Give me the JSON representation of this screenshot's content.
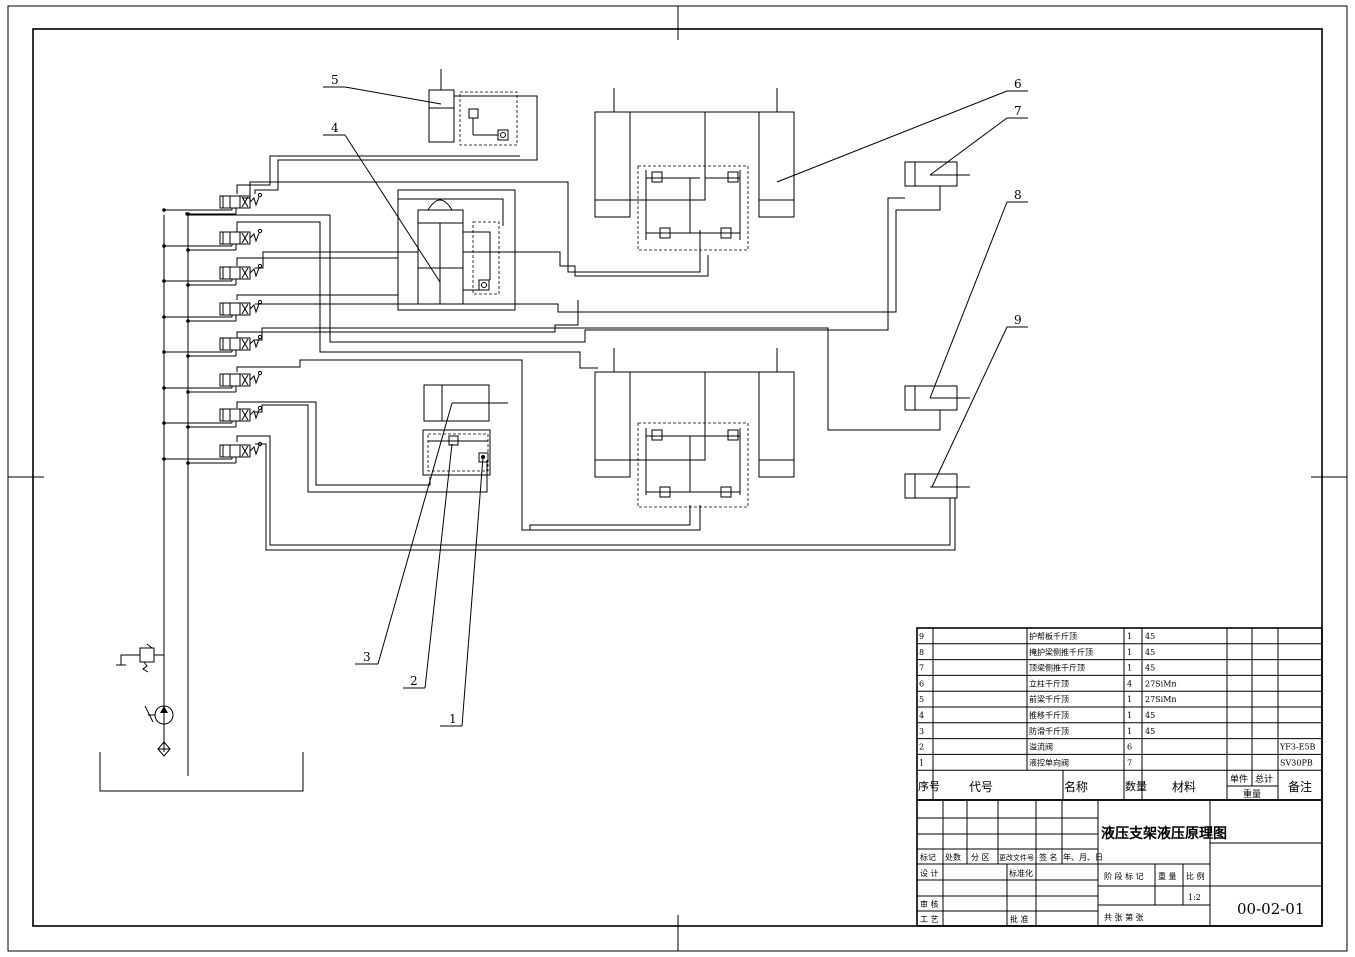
{
  "callouts": [
    "1",
    "2",
    "3",
    "4",
    "5",
    "6",
    "7",
    "8",
    "9"
  ],
  "bom": {
    "rows": [
      {
        "no": "9",
        "code": "",
        "name": "护帮板千斤顶",
        "qty": "1",
        "material": "45",
        "unit": "",
        "total": "",
        "remark": ""
      },
      {
        "no": "8",
        "code": "",
        "name": "掩护梁侧推千斤顶",
        "qty": "1",
        "material": "45",
        "unit": "",
        "total": "",
        "remark": ""
      },
      {
        "no": "7",
        "code": "",
        "name": "顶梁侧推千斤顶",
        "qty": "1",
        "material": "45",
        "unit": "",
        "total": "",
        "remark": ""
      },
      {
        "no": "6",
        "code": "",
        "name": "立柱千斤顶",
        "qty": "4",
        "material": "27SiMn",
        "unit": "",
        "total": "",
        "remark": ""
      },
      {
        "no": "5",
        "code": "",
        "name": "前梁千斤顶",
        "qty": "1",
        "material": "27SiMn",
        "unit": "",
        "total": "",
        "remark": ""
      },
      {
        "no": "4",
        "code": "",
        "name": "推移千斤顶",
        "qty": "1",
        "material": "45",
        "unit": "",
        "total": "",
        "remark": ""
      },
      {
        "no": "3",
        "code": "",
        "name": "防滑千斤顶",
        "qty": "1",
        "material": "45",
        "unit": "",
        "total": "",
        "remark": ""
      },
      {
        "no": "2",
        "code": "",
        "name": "溢流阀",
        "qty": "6",
        "material": "",
        "unit": "",
        "total": "",
        "remark": "YF3-E5B"
      },
      {
        "no": "1",
        "code": "",
        "name": "液控单向阀",
        "qty": "7",
        "material": "",
        "unit": "",
        "total": "",
        "remark": "SV30PB"
      }
    ],
    "header": {
      "no": "序号",
      "code": "代号",
      "name": "名称",
      "qty": "数量",
      "material": "材料",
      "unit": "单件",
      "total": "总计",
      "weight": "重量",
      "remark": "备注"
    }
  },
  "title_block": {
    "title": "液压支架液压原理图",
    "drawing_no": "00-02-01",
    "scale": "1:2",
    "mark": "标记",
    "zones": "处数",
    "area": "分 区",
    "change_doc": "更改文件号",
    "sign": "签 名",
    "date": "年、月、日",
    "design": "设 计",
    "standardize": "标准化",
    "stage_mark": "阶 段 标 记",
    "weight": "重 量",
    "ratio": "比 例",
    "review": "审 核",
    "process": "工 艺",
    "approve": "批 准",
    "sheets": "共    张  第    张"
  }
}
